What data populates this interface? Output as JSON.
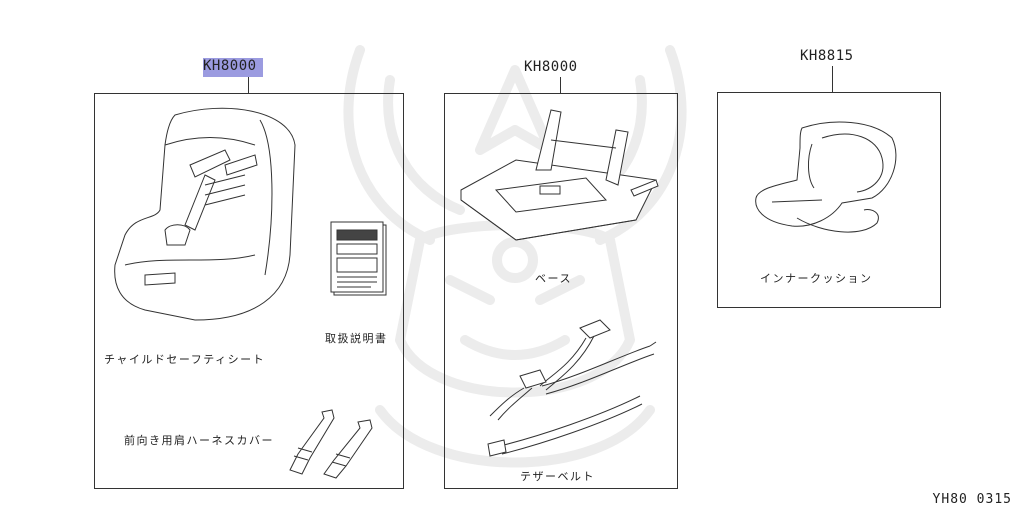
{
  "parts": [
    {
      "number": "KH8000",
      "highlighted": true
    },
    {
      "number": "KH8000",
      "highlighted": false
    },
    {
      "number": "KH8815",
      "highlighted": false
    }
  ],
  "labels": {
    "child_seat": "チャイルドセーフティシート",
    "manual": "取扱説明書",
    "harness_cover": "前向き用肩ハーネスカバー",
    "base": "ベース",
    "tether_belt": "テザーベルト",
    "inner_cushion": "インナークッション"
  },
  "footer_code": "YH80 0315",
  "colors": {
    "highlight": "#9b9be0",
    "line": "#333333"
  },
  "icons": [
    "watermark-crest-icon"
  ]
}
